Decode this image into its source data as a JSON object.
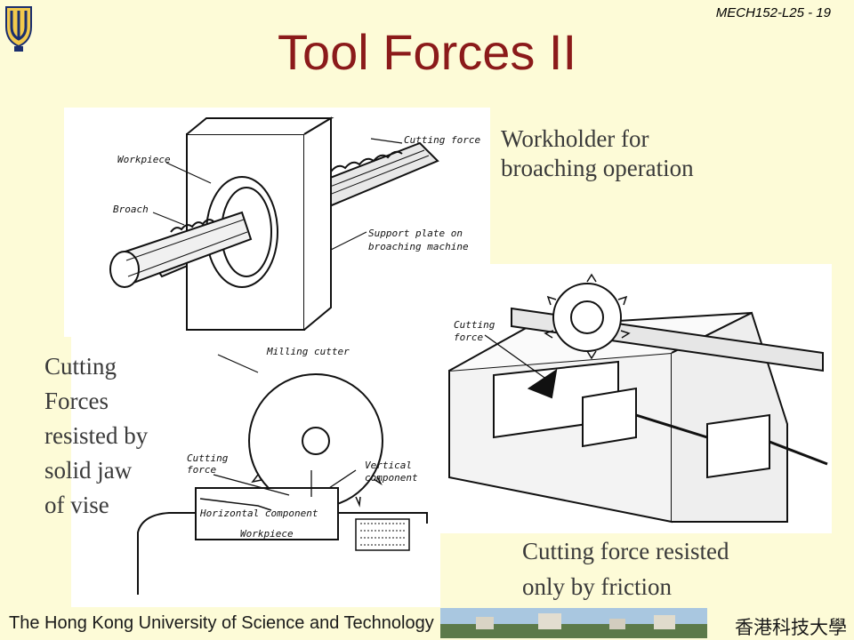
{
  "header": {
    "slide_number": "MECH152-L25 - 19",
    "title": "Tool Forces II"
  },
  "captions": {
    "broaching": [
      "Workholder for",
      "broaching operation"
    ],
    "milling": [
      "Cutting",
      "Forces",
      "resisted by",
      "solid jaw",
      "of vise"
    ],
    "friction": [
      "Cutting force resisted",
      "only by friction"
    ]
  },
  "figure_broaching": {
    "labels": {
      "workpiece": "Workpiece",
      "broach": "Broach",
      "cutting_force": "Cutting force",
      "support_1": "Support plate on",
      "support_2": "broaching machine"
    }
  },
  "figure_milling": {
    "labels": {
      "milling_cutter": "Milling cutter",
      "cutting_1": "Cutting",
      "cutting_2": "force",
      "vertical_1": "Vertical",
      "vertical_2": "component",
      "horizontal": "Horizontal component",
      "workpiece": "Workpiece"
    }
  },
  "figure_vise": {
    "labels": {
      "cutting_1": "Cutting",
      "cutting_2": "force"
    }
  },
  "footer": {
    "university": "The Hong Kong University of Science and Technology",
    "chinese_name": "香港科技大學"
  },
  "colors": {
    "background": "#fdfbd7",
    "title": "#8b1a1a",
    "caption": "#3a3a3a"
  }
}
